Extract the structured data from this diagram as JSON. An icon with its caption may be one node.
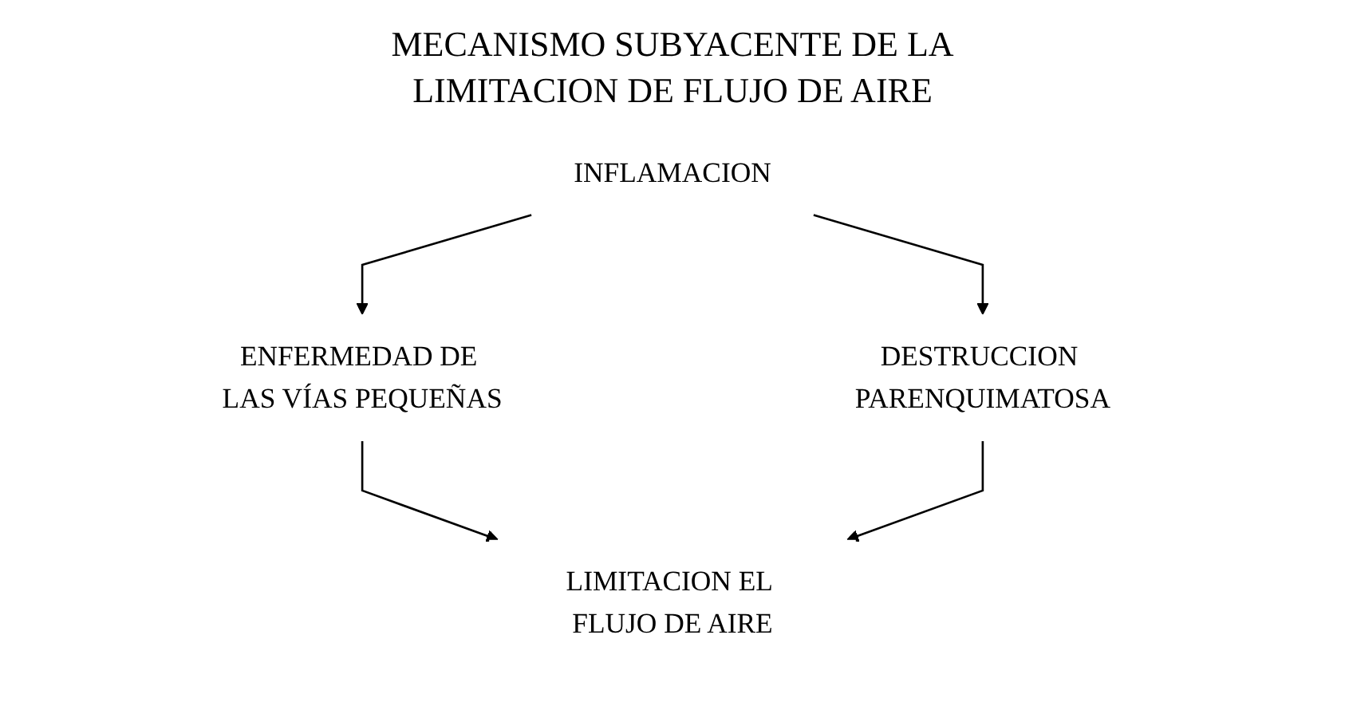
{
  "diagram": {
    "title": "MECANISMO SUBYACENTE DE LA LIMITACION DE FLUJO DE AIRE",
    "nodes": [
      {
        "text": [
          "INFLAMACION"
        ]
      },
      {
        "text": [
          "ENFERMEDAD DE LAS VÍAS PEQUEÑAS"
        ]
      },
      {
        "text": [
          "DESTRUCCION PARENQUIMATOSA"
        ]
      },
      {
        "text": [
          "LIMITACION EL FLUJO DE AIRE"
        ]
      }
    ],
    "edges": [
      {
        "from": 0,
        "to": 1,
        "arrow": "to"
      },
      {
        "from": 0,
        "to": 2,
        "arrow": "to"
      },
      {
        "from": 1,
        "to": 3,
        "arrow": "to"
      },
      {
        "from": 2,
        "to": 3,
        "arrow": "to"
      }
    ]
  }
}
